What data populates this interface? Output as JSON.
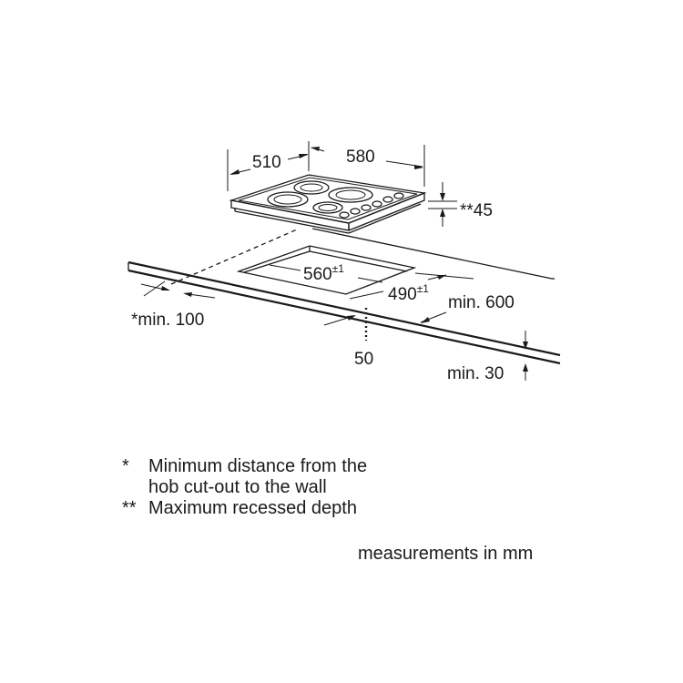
{
  "dimensions": {
    "width_510": "510",
    "width_580": "580",
    "recess_45": "**45",
    "cutout_560": "560",
    "cutout_560_tol": "±1",
    "cutout_490": "490",
    "cutout_490_tol": "±1",
    "min_600": "min. 600",
    "min_100": "*min. 100",
    "val_50": "50",
    "min_30": "min. 30"
  },
  "notes": [
    {
      "mark": "*",
      "text": "Minimum distance from the hob cut-out to the wall"
    },
    {
      "mark": "**",
      "text": "Maximum recessed depth"
    }
  ],
  "units_note": "measurements in mm"
}
